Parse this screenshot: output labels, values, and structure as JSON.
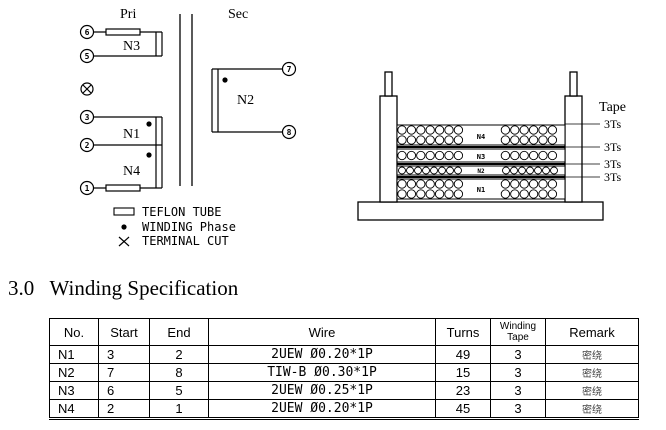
{
  "schematic": {
    "pri_label": "Pri",
    "sec_label": "Sec",
    "windings": [
      "N3",
      "N1",
      "N4",
      "N2"
    ],
    "pins": [
      "6",
      "5",
      "3",
      "2",
      "1",
      "7",
      "8"
    ],
    "legend": {
      "tube": "TEFLON TUBE",
      "phase": "WINDING Phase",
      "cut": "TERMINAL CUT"
    }
  },
  "cross_section": {
    "layers": [
      "N4",
      "N3",
      "N2",
      "N1"
    ],
    "tape_label": "Tape",
    "tape_turns": [
      "3Ts",
      "3Ts",
      "3Ts",
      "3Ts"
    ]
  },
  "section": {
    "number": "3.0",
    "title": "Winding Specification"
  },
  "table": {
    "headers": [
      "No.",
      "Start",
      "End",
      "Wire",
      "Turns",
      "Winding Tape",
      "Remark"
    ],
    "rows": [
      {
        "no": "N1",
        "start": "3",
        "end": "2",
        "wire": "2UEW  Ø0.20*1P",
        "turns": "49",
        "tape": "3",
        "remark": "密绕"
      },
      {
        "no": "N2",
        "start": "7",
        "end": "8",
        "wire": "TIW-B  Ø0.30*1P",
        "turns": "15",
        "tape": "3",
        "remark": "密绕"
      },
      {
        "no": "N3",
        "start": "6",
        "end": "5",
        "wire": "2UEW  Ø0.25*1P",
        "turns": "23",
        "tape": "3",
        "remark": "密绕"
      },
      {
        "no": "N4",
        "start": "2",
        "end": "1",
        "wire": "2UEW  Ø0.20*1P",
        "turns": "45",
        "tape": "3",
        "remark": "密绕"
      }
    ]
  }
}
